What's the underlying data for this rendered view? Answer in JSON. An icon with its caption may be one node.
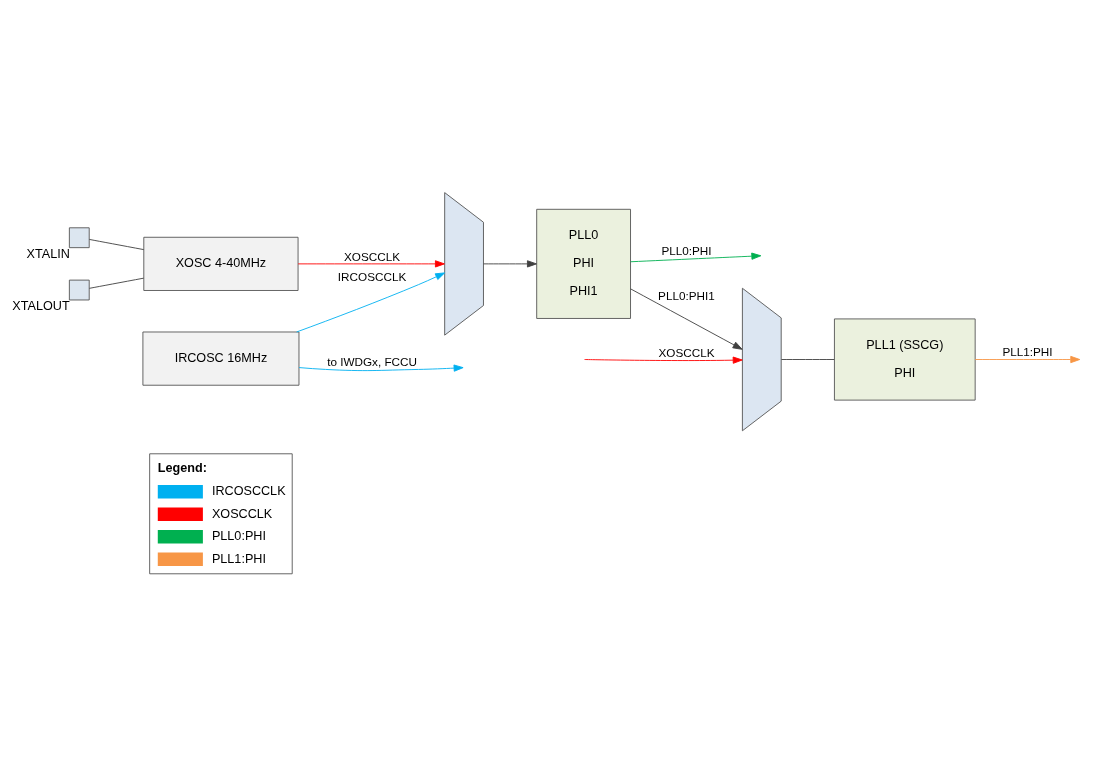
{
  "diagram": {
    "nodes": [
      {
        "text": [],
        "shape": "box",
        "beside": [
          "XTALIN"
        ]
      },
      {
        "text": [],
        "shape": "box",
        "beside": [
          "XTALOUT"
        ]
      },
      {
        "text": [
          "XOSC 4-40MHz"
        ]
      },
      {
        "text": [
          "IRCOSC 16MHz"
        ]
      },
      {
        "text": [],
        "shape": "trapezoid"
      },
      {
        "text": [
          "PLL0",
          "PHI",
          "PHI1"
        ]
      },
      {
        "text": [],
        "shape": "trapezoid"
      },
      {
        "text": [
          "PLL1 (SSCG)",
          "PHI"
        ]
      }
    ],
    "edges": [
      {
        "from": 0,
        "to": 2,
        "arrow": "none"
      },
      {
        "from": 1,
        "to": 2,
        "arrow": "none"
      },
      {
        "from": 2,
        "to": 4,
        "arrow": "to",
        "label": "XOSCCLK",
        "color": "#ff0000"
      },
      {
        "from": 3,
        "to": 4,
        "arrow": "to",
        "label": "IRCOSCCLK",
        "color": "#00b0f0"
      },
      {
        "from": 3,
        "to": null,
        "arrow": "to",
        "label": "to IWDGx, FCCU",
        "color": "#00b0f0"
      },
      {
        "from": 4,
        "to": 5,
        "arrow": "to"
      },
      {
        "from": 5,
        "to": null,
        "arrow": "to",
        "label": "PLL0:PHI",
        "color": "#00b050"
      },
      {
        "from": 5,
        "to": 6,
        "arrow": "to",
        "label": "PLL0:PHI1"
      },
      {
        "from": null,
        "to": 6,
        "arrow": "to",
        "label": "XOSCCLK",
        "color": "#ff0000"
      },
      {
        "from": 6,
        "to": 7,
        "arrow": "none"
      },
      {
        "from": 7,
        "to": null,
        "arrow": "to",
        "label": "PLL1:PHI",
        "color": "#f79646"
      }
    ],
    "labels": [
      "Legend:"
    ],
    "legend": [
      {
        "text": "IRCOSCCLK"
      },
      {
        "text": "XOSCCLK"
      },
      {
        "text": "PLL0:PHI"
      },
      {
        "text": "PLL1:PHI"
      }
    ]
  }
}
